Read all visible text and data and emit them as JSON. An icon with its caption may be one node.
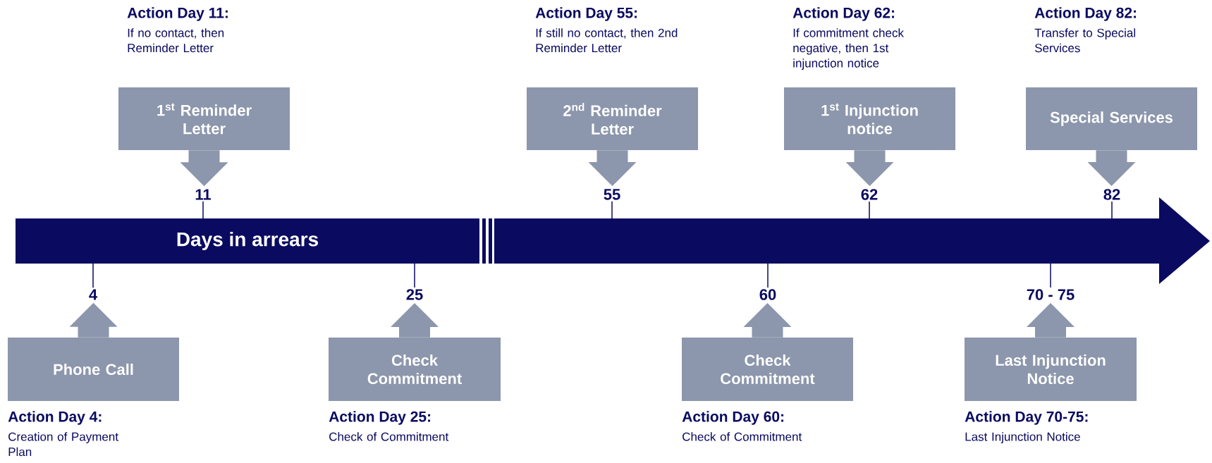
{
  "diagram": {
    "nodes": [
      {
        "text": [
          "Days in arrears"
        ]
      },
      {
        "text": [
          "1$^{st}$ Reminder Letter"
        ],
        "beside": [
          "Action Day 11:",
          "If no contact, then Reminder Letter"
        ]
      },
      {
        "text": [
          "2$^{nd}$ Reminder Letter"
        ],
        "beside": [
          "Action Day 55:",
          "If still no contact, then 2nd Reminder Letter"
        ]
      },
      {
        "text": [
          "1$^{st}$ Injunction notice"
        ],
        "beside": [
          "Action Day 62:",
          "If commitment check negative, then 1st injunction notice"
        ]
      },
      {
        "text": [
          "Special Services"
        ],
        "beside": [
          "Action Day 82:",
          "Transfer to Special Services"
        ]
      },
      {
        "text": [
          "11"
        ]
      },
      {
        "text": [
          "55"
        ]
      },
      {
        "text": [
          "62"
        ]
      },
      {
        "text": [
          "82"
        ]
      },
      {
        "text": [
          "4"
        ]
      },
      {
        "text": [
          "25"
        ]
      },
      {
        "text": [
          "60"
        ]
      },
      {
        "text": [
          "70 - 75"
        ]
      },
      {
        "text": [
          "Phone Call"
        ],
        "beside": [
          "Action Day 4:",
          "Creation of Payment Plan"
        ]
      },
      {
        "text": [
          "Check Commitment"
        ],
        "beside": [
          "Action Day 25:",
          "Check of Commitment"
        ]
      },
      {
        "text": [
          "Check Commitment"
        ],
        "beside": [
          "Action Day 60:",
          "Check of Commitment"
        ]
      },
      {
        "text": [
          "Last Injunction Notice"
        ],
        "beside": [
          "Action Day 70-75:",
          "Last Injunction Notice"
        ]
      }
    ],
    "edges": [
      {
        "from": 1,
        "to": 5,
        "arrow": "to"
      },
      {
        "from": 2,
        "to": 6,
        "arrow": "to"
      },
      {
        "from": 3,
        "to": 7,
        "arrow": "to"
      },
      {
        "from": 4,
        "to": 8,
        "arrow": "to"
      },
      {
        "from": 13,
        "to": 9,
        "arrow": "to"
      },
      {
        "from": 14,
        "to": 10,
        "arrow": "to"
      },
      {
        "from": 15,
        "to": 11,
        "arrow": "to"
      },
      {
        "from": 16,
        "to": 12,
        "arrow": "to"
      },
      {
        "from": 0,
        "to": 5,
        "arrow": "none"
      },
      {
        "from": 0,
        "to": 6,
        "arrow": "none"
      },
      {
        "from": 0,
        "to": 7,
        "arrow": "none"
      },
      {
        "from": 0,
        "to": 8,
        "arrow": "none"
      },
      {
        "from": 0,
        "to": 9,
        "arrow": "none"
      },
      {
        "from": 0,
        "to": 10,
        "arrow": "none"
      },
      {
        "from": 0,
        "to": 11,
        "arrow": "none"
      },
      {
        "from": 0,
        "to": 12,
        "arrow": "none"
      }
    ]
  }
}
